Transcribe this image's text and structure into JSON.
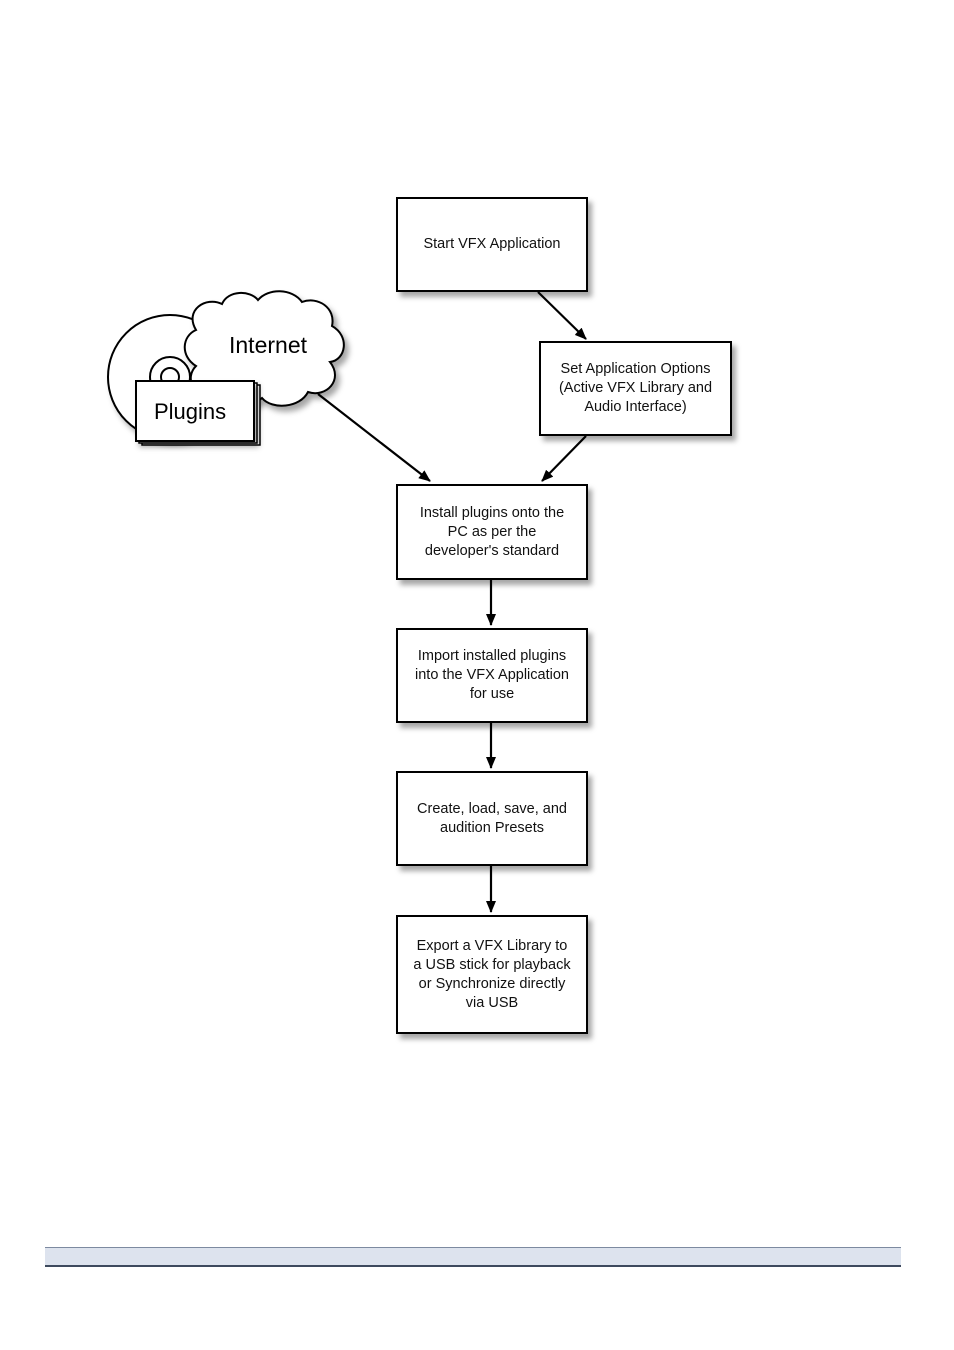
{
  "diagram": {
    "internet_label": "Internet",
    "plugins_label": "Plugins",
    "steps": [
      {
        "id": "start",
        "label": "Start VFX Application"
      },
      {
        "id": "options",
        "label": "Set Application Options\n(Active VFX Library and\nAudio Interface)"
      },
      {
        "id": "install",
        "label": "Install plugins onto the\nPC as per the\ndeveloper's standard"
      },
      {
        "id": "import",
        "label": "Import installed plugins\ninto the VFX Application\nfor use"
      },
      {
        "id": "presets",
        "label": "Create, load, save, and\naudition Presets"
      },
      {
        "id": "export",
        "label": "Export a VFX Library to\na USB stick for playback\nor Synchronize directly\nvia USB"
      }
    ]
  },
  "colors": {
    "footer_bar": "#dde3ee",
    "box_border": "#000000",
    "arrow": "#000000"
  }
}
